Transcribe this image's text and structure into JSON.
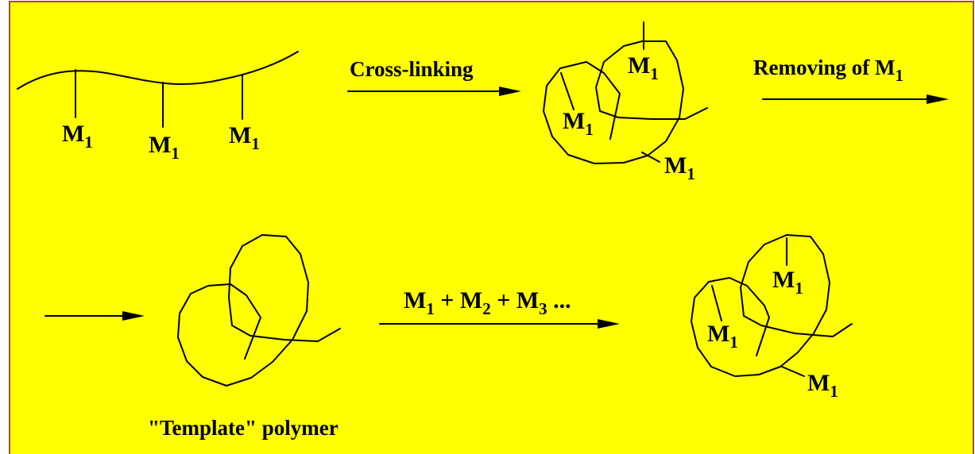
{
  "colors": {
    "background": "#ffff00",
    "frame_border": "#a0522d",
    "ink": "#000000"
  },
  "labels": {
    "monomer_symbol": "M",
    "monomer_subscript": "1",
    "cross_linking": "Cross-linking",
    "removing_of": "Removing  of M",
    "removing_subscript": "1",
    "addition_m1": "M",
    "addition_m1_sub": "1",
    "addition_plus1": " + M",
    "addition_m2_sub": "2",
    "addition_plus2": " + M",
    "addition_m3_sub": "3",
    "addition_ellipsis": " ...",
    "template_caption": "\"Template\" polymer"
  }
}
